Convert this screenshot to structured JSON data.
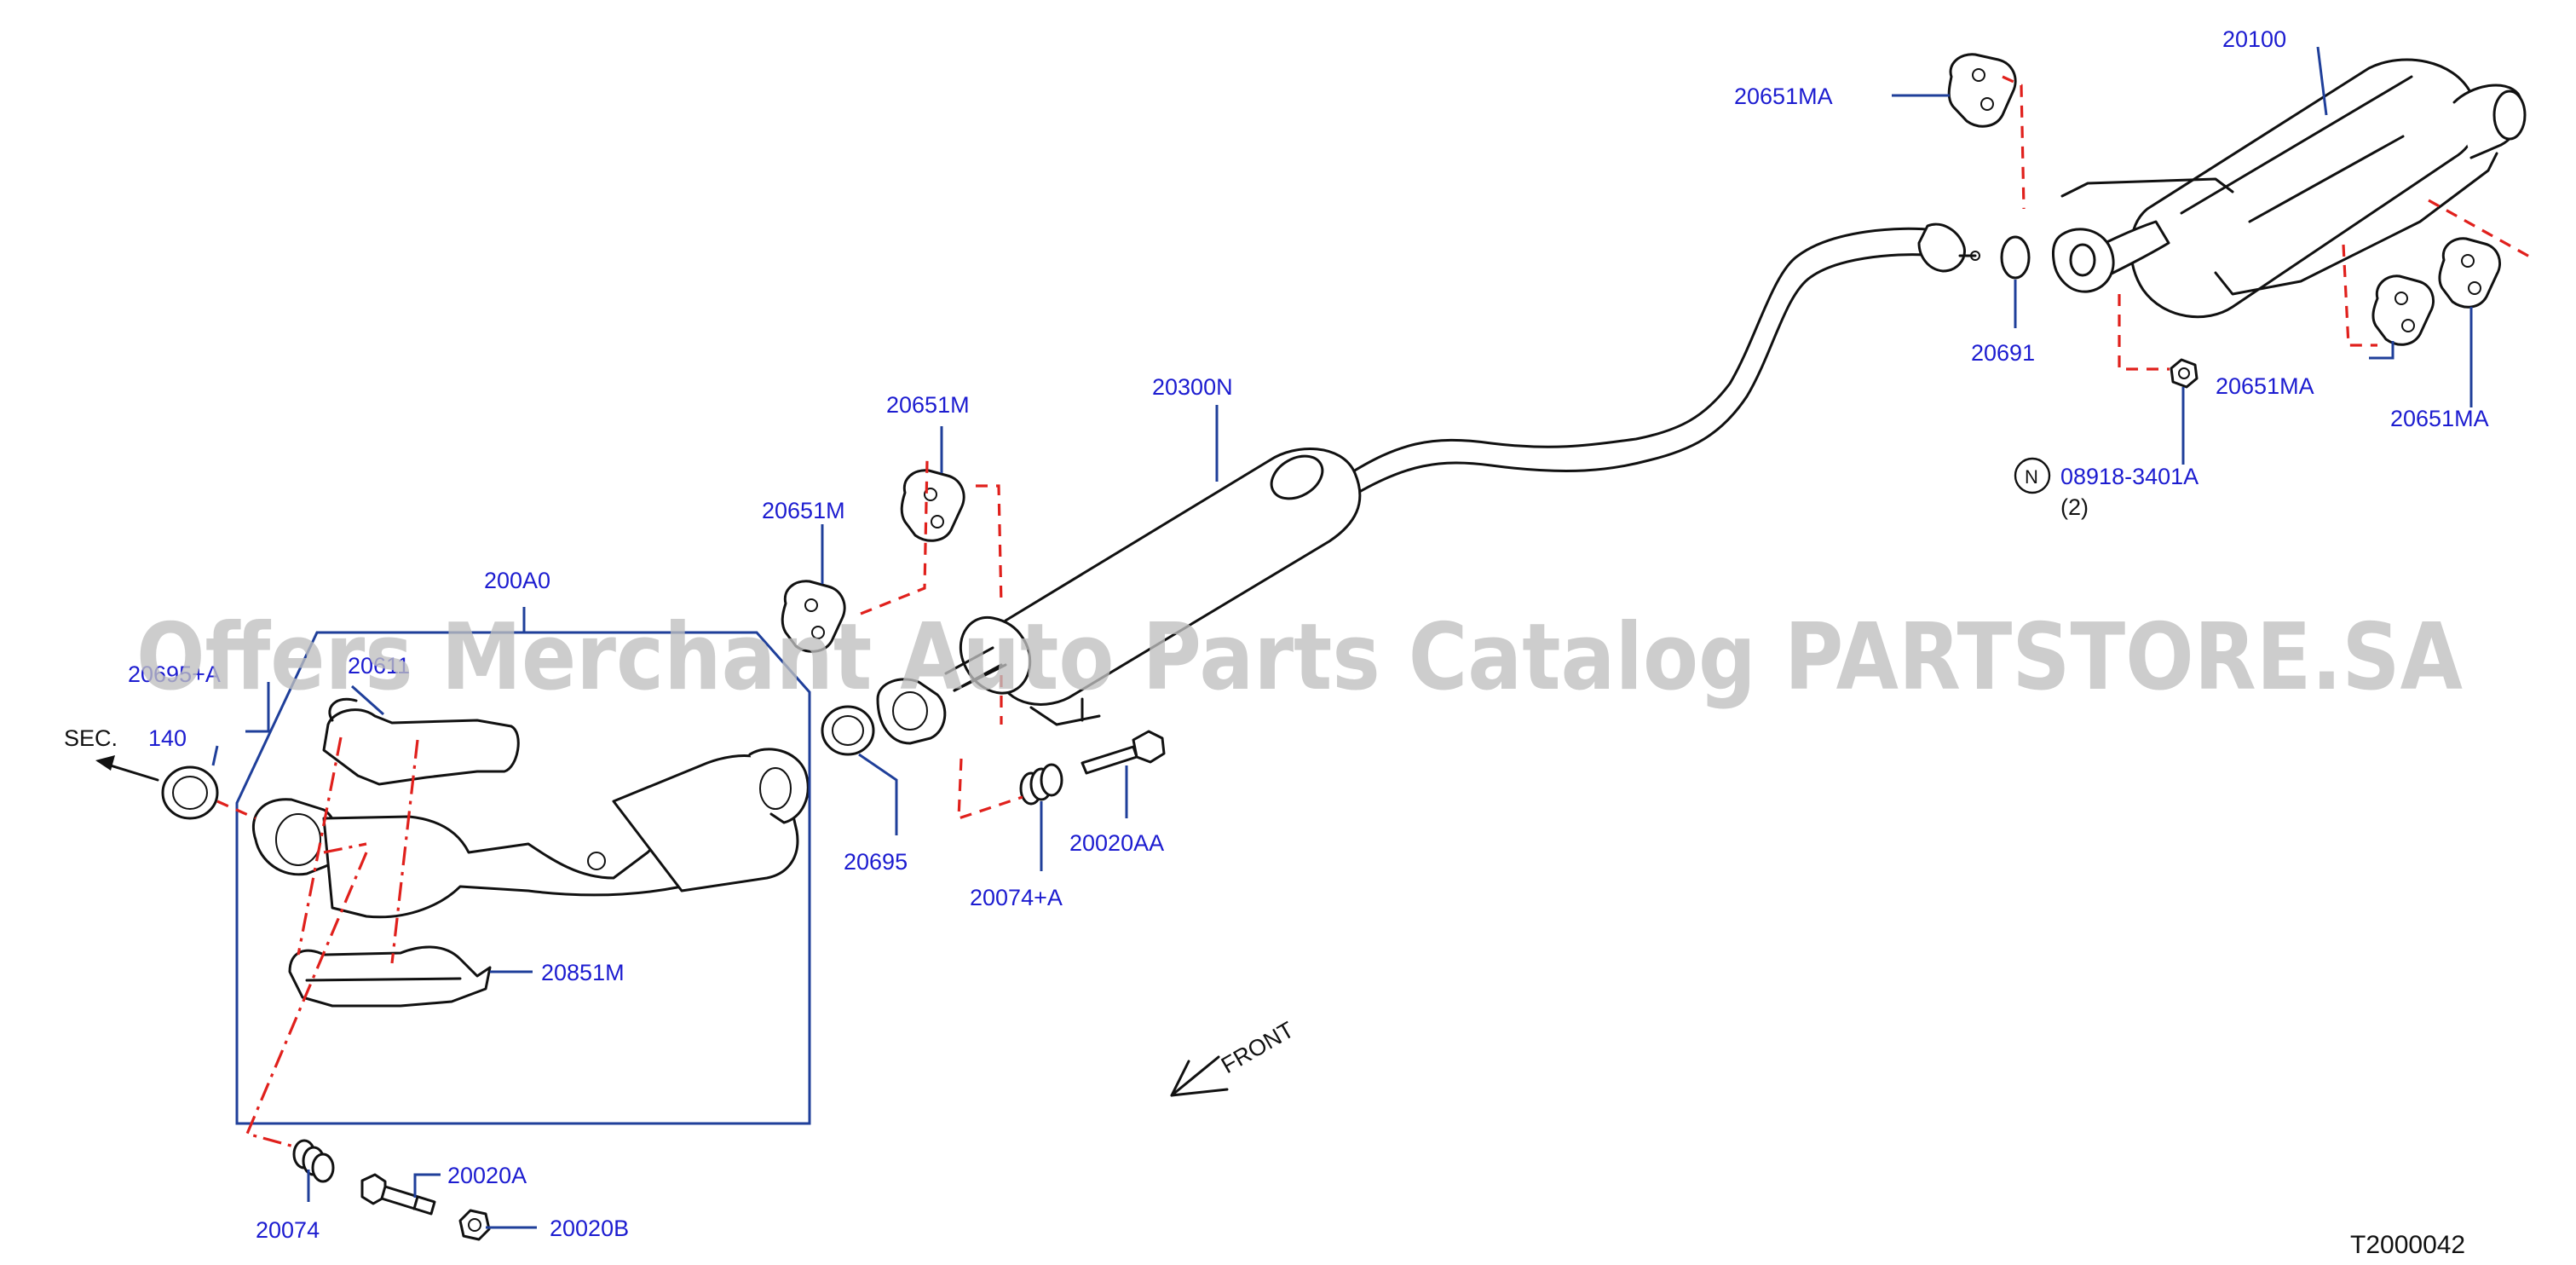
{
  "watermark": "Offers Merchant Auto Parts Catalog PARTSTORE.SA",
  "diagram_code": "T2000042",
  "direction": {
    "text": "FRONT"
  },
  "section_ref": {
    "text": "SEC.",
    "number": "140"
  },
  "parts": {
    "p20100": "20100",
    "p20651MA_top": "20651MA",
    "p20691": "20691",
    "p20651MA_mid": "20651MA",
    "p20651MA_right": "20651MA",
    "p08918": "08918-3401A",
    "p08918_qty": "(2)",
    "nut_symbol": "N",
    "p20300N": "20300N",
    "p20651M_upper": "20651M",
    "p20651M_lower": "20651M",
    "p200A0": "200A0",
    "p20695plus": "20695+A",
    "p20611": "20611",
    "p20695": "20695",
    "p20074A": "20074+A",
    "p20020AA": "20020AA",
    "p20851M": "20851M",
    "p20074": "20074",
    "p20020A": "20020A",
    "p20020B": "20020B"
  },
  "colors": {
    "label": "#1c1cd0",
    "leader": "#1f3f9a",
    "dashed": "#e0201c",
    "watermark": "#bfbfbf"
  }
}
